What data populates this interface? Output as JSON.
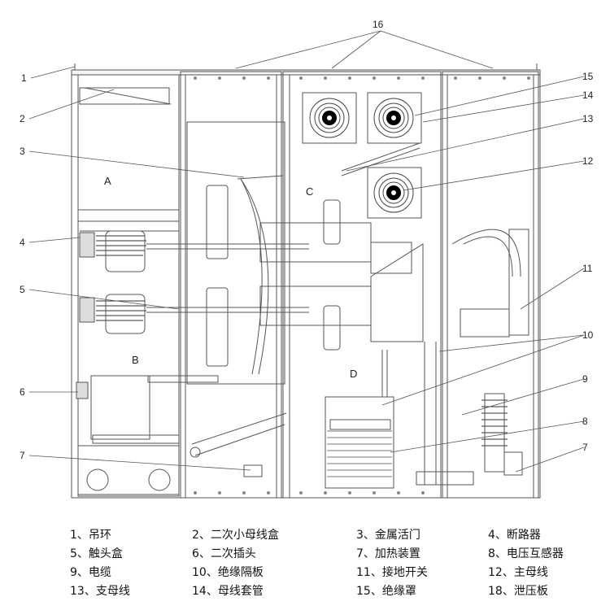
{
  "callouts": [
    "1",
    "2",
    "3",
    "4",
    "5",
    "6",
    "7",
    "16",
    "15",
    "14",
    "13",
    "12",
    "11",
    "10",
    "9",
    "8",
    "7"
  ],
  "regions": [
    "A",
    "B",
    "C",
    "D"
  ],
  "legend": [
    "1、吊环",
    "2、二次小母线盒",
    "3、金属活门",
    "4、断路器",
    "5、触头盒",
    "6、二次插头",
    "7、加热装置",
    "8、电压互感器",
    "9、电缆",
    "10、绝缘隔板",
    "11、接地开关",
    "12、主母线",
    "13、支母线",
    "14、母线套管",
    "15、绝缘罩",
    "18、泄压板"
  ],
  "colors": {
    "line": "#555555",
    "fill": "#f4f4f4",
    "insulator": "#000000"
  }
}
